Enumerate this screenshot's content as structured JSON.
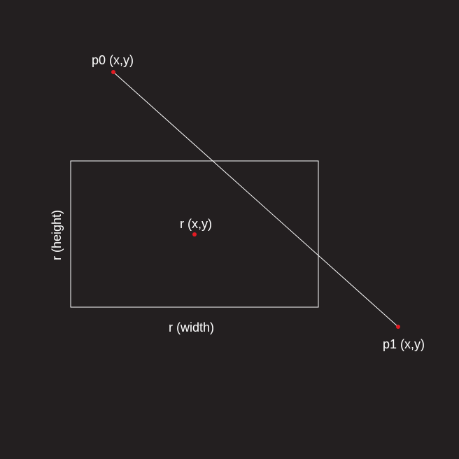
{
  "colors": {
    "background": "#231f20",
    "stroke": "#ffffff",
    "point": "#e31b23",
    "text": "#ffffff"
  },
  "labels": {
    "p0": "p0 (x,y)",
    "p1": "p1 (x,y)",
    "rect_center": "r (x,y)",
    "rect_width": "r (width)",
    "rect_height": "r (height)"
  }
}
